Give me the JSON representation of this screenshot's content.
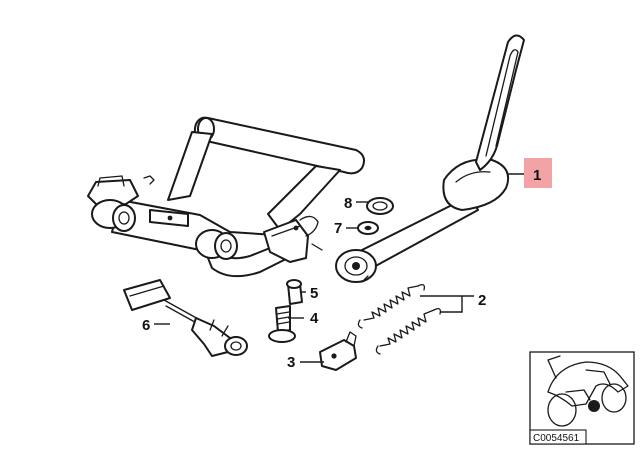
{
  "diagram": {
    "callouts": [
      {
        "id": "1",
        "text": "1",
        "highlighted": true,
        "highlight_color": "#f2a3a6"
      },
      {
        "id": "2",
        "text": "2"
      },
      {
        "id": "3",
        "text": "3"
      },
      {
        "id": "4",
        "text": "4"
      },
      {
        "id": "5",
        "text": "5"
      },
      {
        "id": "6",
        "text": "6"
      },
      {
        "id": "7",
        "text": "7"
      },
      {
        "id": "8",
        "text": "8"
      }
    ],
    "reference_code": "C0054561",
    "inset_icon": "motorcycle-silhouette-icon"
  }
}
